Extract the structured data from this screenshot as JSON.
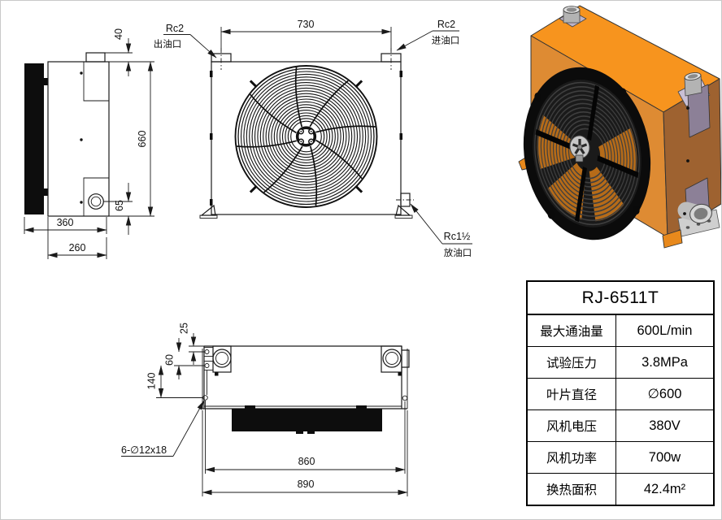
{
  "side_view": {
    "dim_port_height": "40",
    "dim_height": "660",
    "dim_drain_offset": "65",
    "dim_depth_total": "360",
    "dim_depth_body": "260"
  },
  "front_view": {
    "dim_port_span": "730",
    "outlet": {
      "code": "Rc2",
      "name": "出油口"
    },
    "inlet": {
      "code": "Rc2",
      "name": "进油口"
    },
    "drain": {
      "code": "Rc1½",
      "name": "放油口"
    }
  },
  "top_view": {
    "dim_hole_offset": "25",
    "dim_port_offset": "60",
    "dim_foot_offset": "140",
    "dim_hole_span": "860",
    "dim_total_width": "890",
    "holes_note": "6-∅12x18"
  },
  "spec_table": {
    "title": "RJ-6511T",
    "rows": [
      {
        "label": "最大通油量",
        "value": "600L/min"
      },
      {
        "label": "试验压力",
        "value": "3.8MPa"
      },
      {
        "label": "叶片直径",
        "value": "∅600"
      },
      {
        "label": "风机电压",
        "value": "380V"
      },
      {
        "label": "风机功率",
        "value": "700w"
      },
      {
        "label": "换热面积",
        "value": "42.4m²"
      }
    ]
  },
  "colors": {
    "line": "#1a1a1a",
    "orange_top": "#F7941E",
    "orange_front": "#DE8B33",
    "brown_side": "#9E6230",
    "panel_purple": "#8C8097",
    "fan_black": "#0d0d0d"
  }
}
